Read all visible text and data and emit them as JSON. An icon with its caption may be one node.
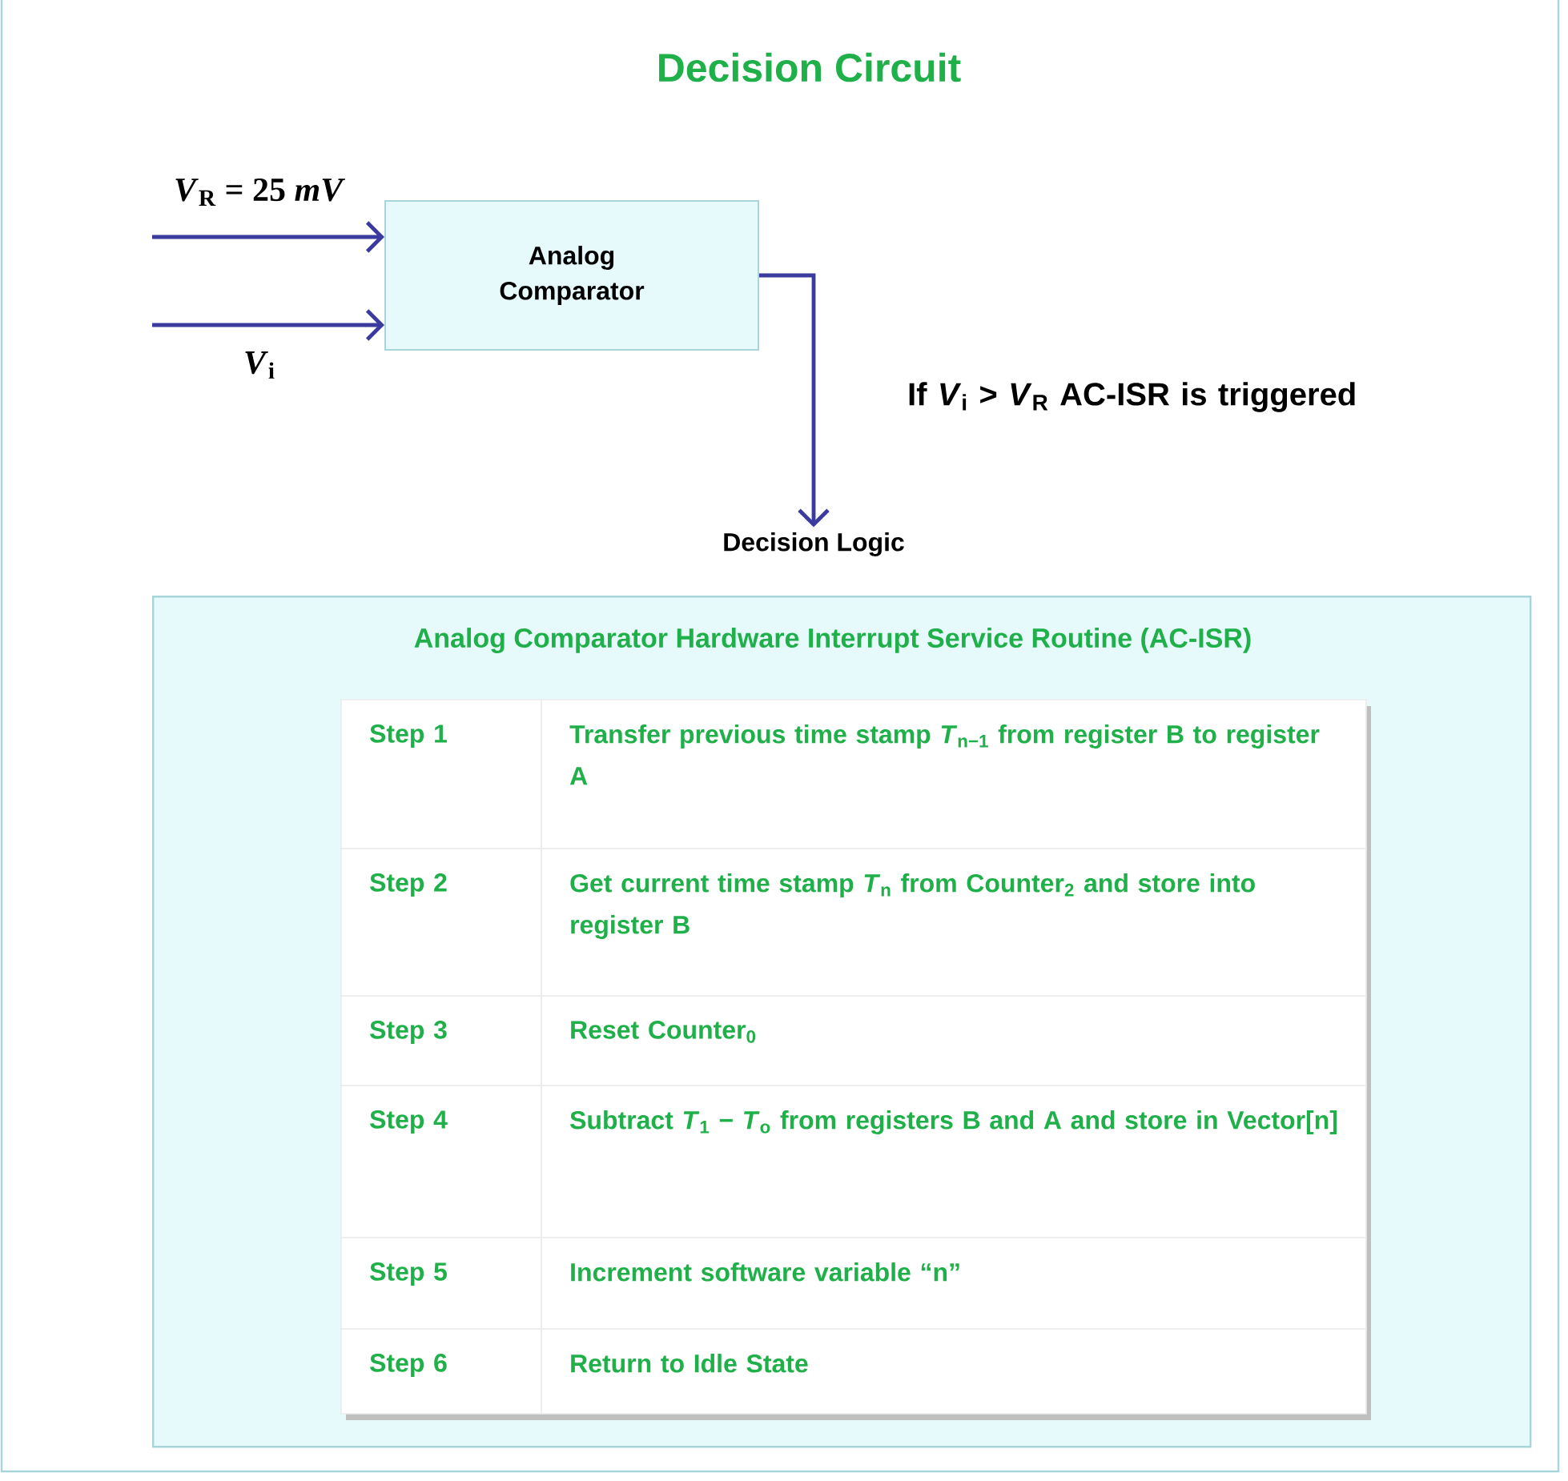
{
  "diagram": {
    "title": "Decision Circuit",
    "nodes": [
      {
        "text": [
          "Analog Comparator"
        ]
      },
      {
        "text": [
          "Decision Logic"
        ]
      },
      {
        "text": [
          "Analog Comparator Hardware Interrupt Service Routine (AC-ISR)"
        ]
      }
    ],
    "edges": [
      {
        "from": null,
        "to": 0,
        "arrow": "to",
        "label": "*V*$_{R}$ = 25 *mV*"
      },
      {
        "from": null,
        "to": 0,
        "arrow": "to",
        "label": "*V*$_{i}$"
      },
      {
        "from": 0,
        "to": 1,
        "arrow": "to",
        "label": "If *V*$_{i}$ > *V*$_{R}$ AC-ISR is triggered"
      }
    ],
    "labels": [
      "Step 1",
      "Transfer previous time stamp *T*$_{n−1}$ from register B to register A",
      "Step 2",
      "Get current time stamp *T*$_{n}$ from Counter$_{2}$ and store into register B",
      "Step 3",
      "Reset Counter$_{0}$",
      "Step 4",
      "Subtract *T*$_{1}$ − *T*$_{o}$ from registers B and A and store in Vector[n]",
      "Step 5",
      "Increment software variable “n”",
      "Step 6",
      "Return to Idle State"
    ]
  }
}
